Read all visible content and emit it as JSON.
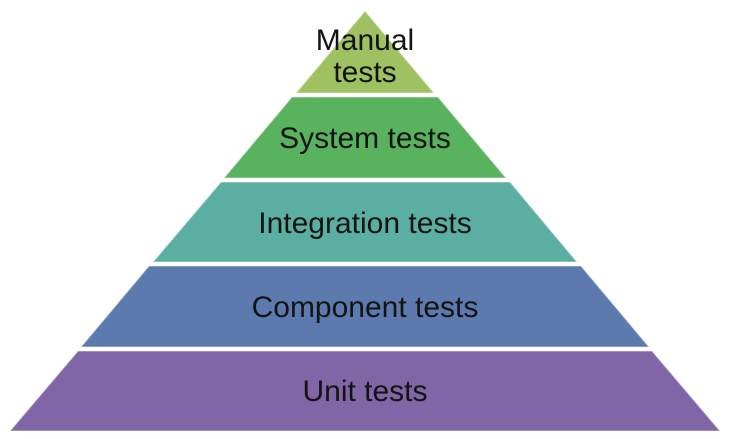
{
  "pyramid": {
    "background_color": "#ffffff",
    "text_color": "#131313",
    "layers": [
      {
        "label": "Manual tests",
        "lines": [
          "Manual",
          "tests"
        ],
        "color": "#9EC161"
      },
      {
        "label": "System tests",
        "lines": [
          "System tests"
        ],
        "color": "#58B25E"
      },
      {
        "label": "Integration tests",
        "lines": [
          "Integration tests"
        ],
        "color": "#5AAFA2"
      },
      {
        "label": "Component tests",
        "lines": [
          "Component tests"
        ],
        "color": "#5C7AAE"
      },
      {
        "label": "Unit tests",
        "lines": [
          "Unit tests"
        ],
        "color": "#8066A6"
      }
    ]
  }
}
